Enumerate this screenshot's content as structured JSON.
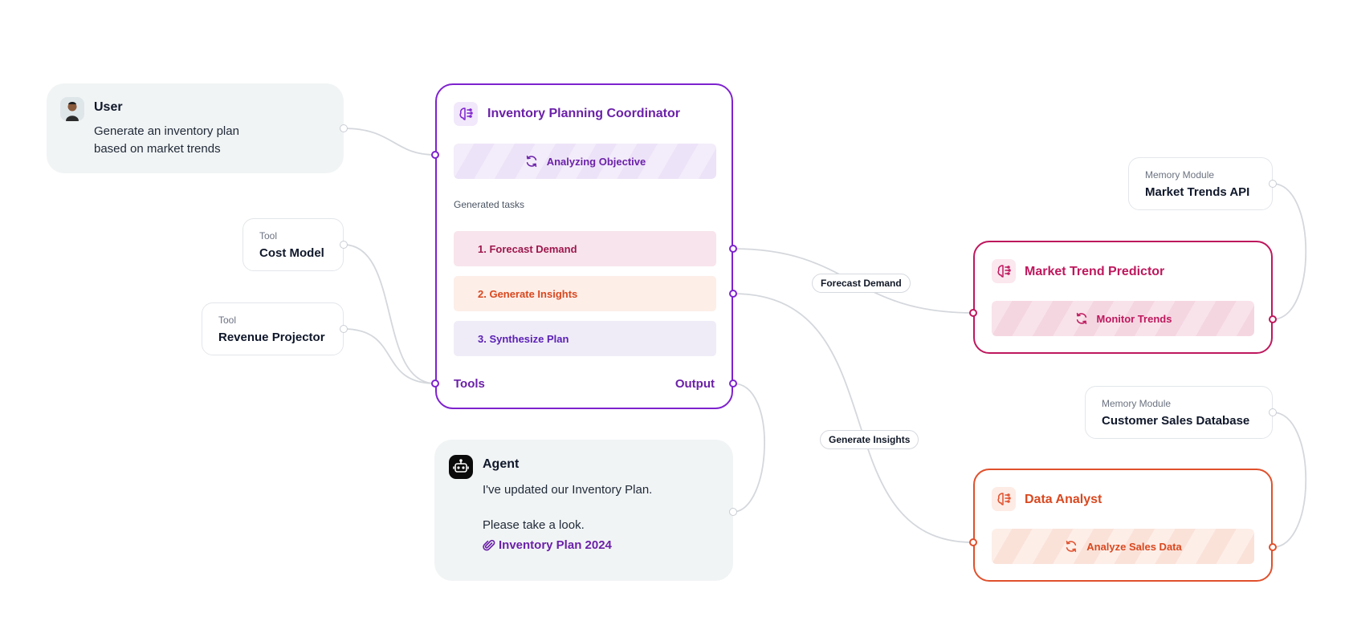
{
  "user": {
    "name": "User",
    "message": "Generate an inventory plan based on market trends"
  },
  "coordinator": {
    "title": "Inventory Planning Coordinator",
    "status": "Analyzing Objective",
    "tasks_label": "Generated tasks",
    "tasks": [
      "1. Forecast Demand",
      "2. Generate Insights",
      "3. Synthesize Plan"
    ],
    "tools_label": "Tools",
    "output_label": "Output"
  },
  "tools": [
    {
      "kind": "Tool",
      "name": "Cost Model"
    },
    {
      "kind": "Tool",
      "name": "Revenue Projector"
    }
  ],
  "memory": [
    {
      "kind": "Memory Module",
      "name": "Market Trends API"
    },
    {
      "kind": "Memory Module",
      "name": "Customer Sales Database"
    }
  ],
  "agents": [
    {
      "title": "Market Trend Predictor",
      "status": "Monitor Trends",
      "color": "#be185d"
    },
    {
      "title": "Data Analyst",
      "status": "Analyze Sales Data",
      "color": "#e0502c"
    }
  ],
  "edge_labels": {
    "forecast": "Forecast Demand",
    "insights": "Generate Insights"
  },
  "agent_message": {
    "name": "Agent",
    "line1": "I've updated our Inventory Plan.",
    "line2": "Please take a look.",
    "attachment": "Inventory Plan 2024"
  },
  "colors": {
    "coordinator": "#7e22ce",
    "wire": "#d4d7dc",
    "card_bg": "#f1f4f5"
  },
  "icons": {
    "agent": "brain-circuit-icon",
    "status": "refresh-icon",
    "attachment": "paperclip-icon",
    "bot": "robot-icon"
  }
}
